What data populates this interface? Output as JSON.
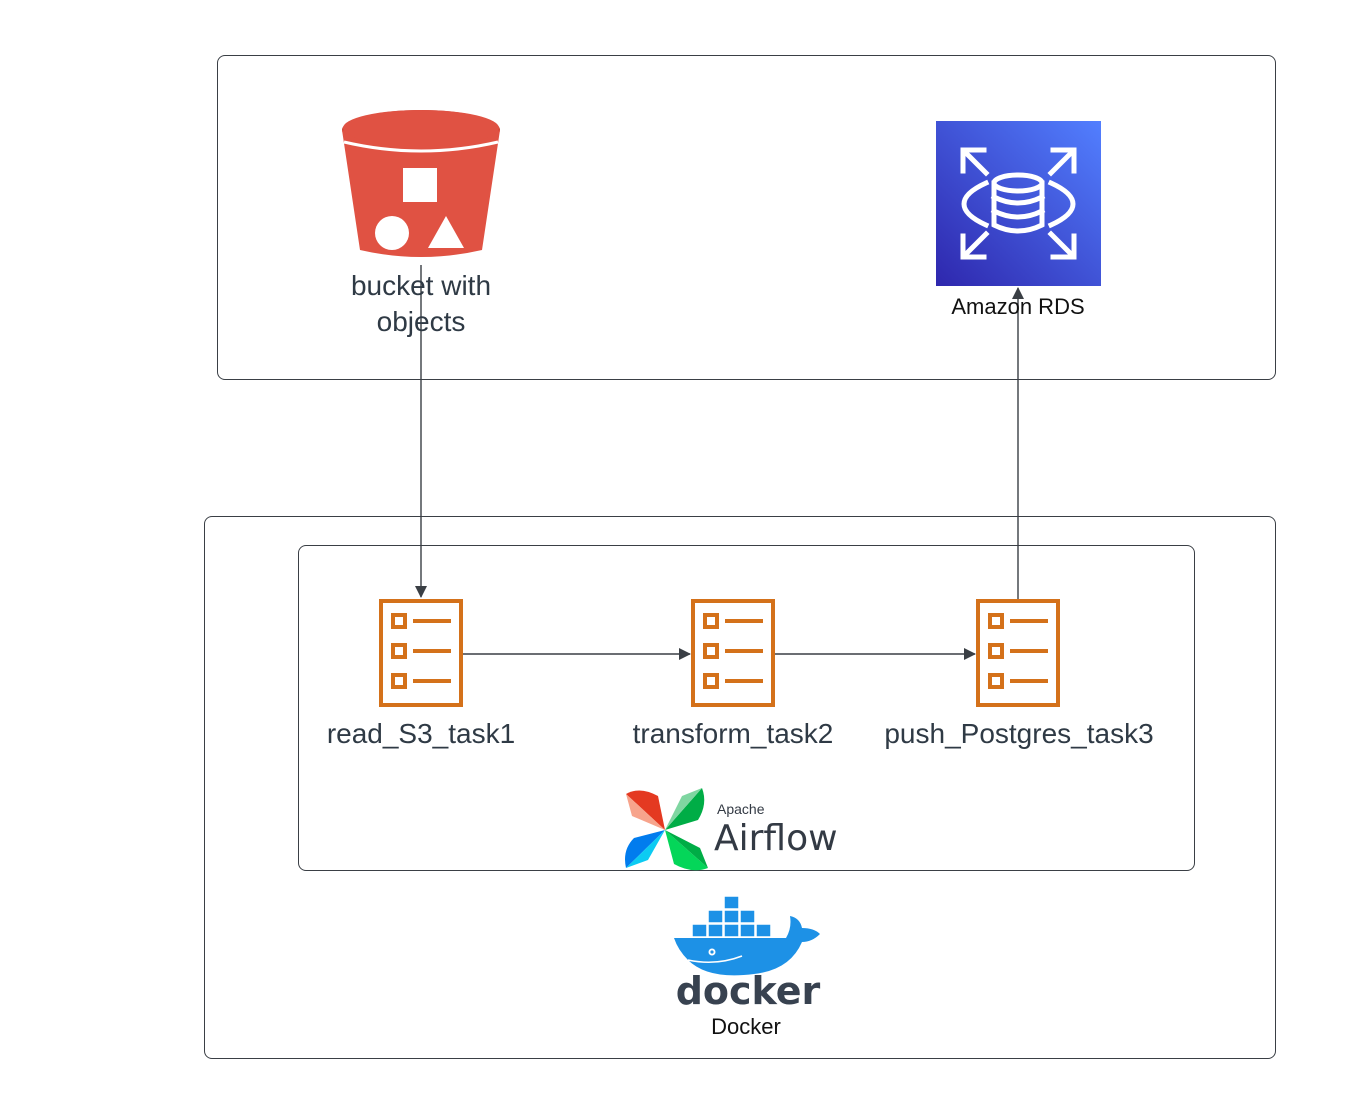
{
  "nodes": {
    "s3": {
      "label": "bucket with objects",
      "icon": "s3-bucket-icon",
      "color": "#e05243"
    },
    "rds": {
      "label": "Amazon RDS",
      "icon": "rds-database-icon",
      "color": "#3b48cc"
    },
    "task1": {
      "label": "read_S3_task1",
      "icon": "task-list-icon"
    },
    "task2": {
      "label": "transform_task2",
      "icon": "task-list-icon"
    },
    "task3": {
      "label": "push_Postgres_task3",
      "icon": "task-list-icon"
    }
  },
  "groups": {
    "airflow": {
      "logo_small": "Apache",
      "logo_big": "Airflow",
      "icon": "airflow-pinwheel-icon"
    },
    "docker": {
      "logo_word": "docker",
      "label": "Docker",
      "icon": "docker-whale-icon",
      "color": "#1d91e6"
    }
  },
  "edges": [
    {
      "from": "s3",
      "to": "task1"
    },
    {
      "from": "task1",
      "to": "task2"
    },
    {
      "from": "task2",
      "to": "task3"
    },
    {
      "from": "task3",
      "to": "rds"
    }
  ],
  "colors": {
    "task_icon": "#d4711a",
    "frame": "#3a3f45",
    "arrow": "#3a3f45"
  }
}
